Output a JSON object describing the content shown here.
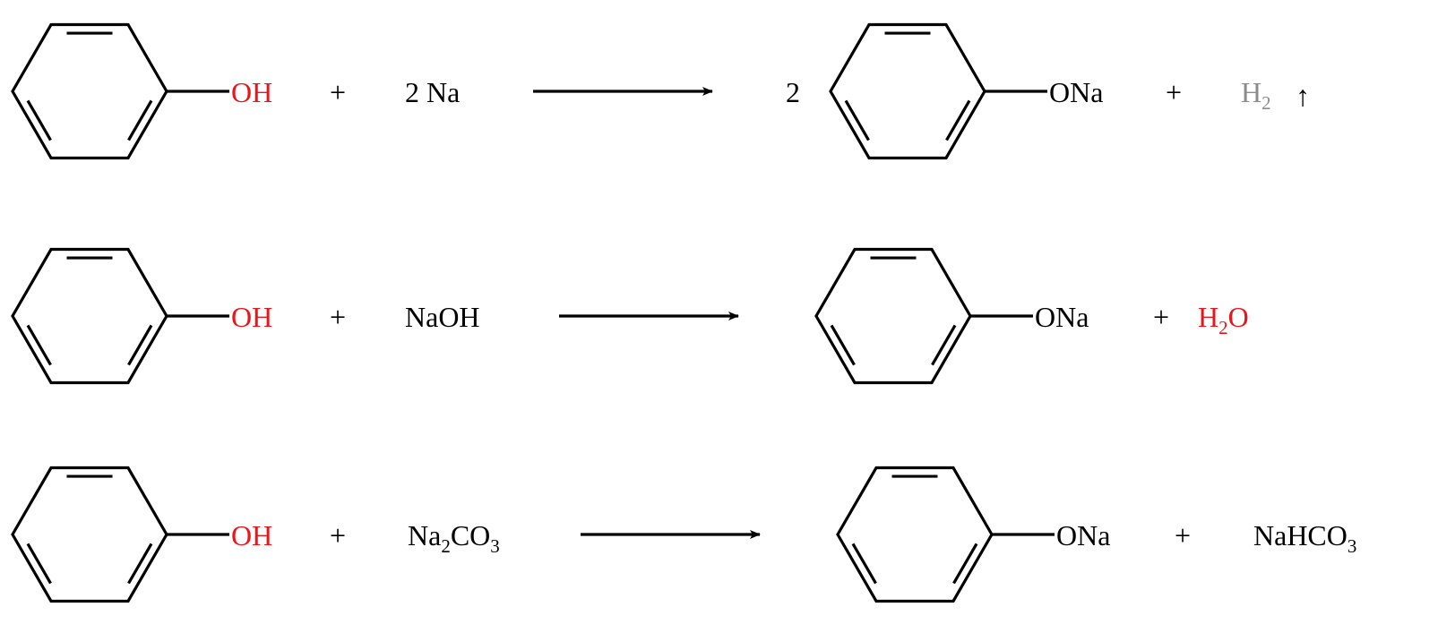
{
  "colors": {
    "default": "#000000",
    "highlight": "#e8161b",
    "gas": "#8c8c8c"
  },
  "reactions": [
    {
      "id": "r1",
      "reactant_group": "OH",
      "plus1": "+",
      "reagent": {
        "pre": "2 Na",
        "sub": "",
        "post": ""
      },
      "coefficient": "2",
      "product_group": "ONa",
      "plus2": "+",
      "byproduct": {
        "pre": "H",
        "sub": "2",
        "post": ""
      },
      "byproduct_color": "gas",
      "gas_symbol": "↑"
    },
    {
      "id": "r2",
      "reactant_group": "OH",
      "plus1": "+",
      "reagent": {
        "pre": "NaOH",
        "sub": "",
        "post": ""
      },
      "coefficient": "",
      "product_group": "ONa",
      "plus2": "+",
      "byproduct": {
        "pre": "H",
        "sub": "2",
        "post": "O"
      },
      "byproduct_color": "highlight",
      "gas_symbol": ""
    },
    {
      "id": "r3",
      "reactant_group": "OH",
      "plus1": "+",
      "reagent": {
        "pre": "Na",
        "sub": "2",
        "post": "CO",
        "sub2": "3"
      },
      "coefficient": "",
      "product_group": "ONa",
      "plus2": "+",
      "byproduct": {
        "pre": "NaHCO",
        "sub": "3",
        "post": ""
      },
      "byproduct_color": "default",
      "gas_symbol": ""
    }
  ]
}
